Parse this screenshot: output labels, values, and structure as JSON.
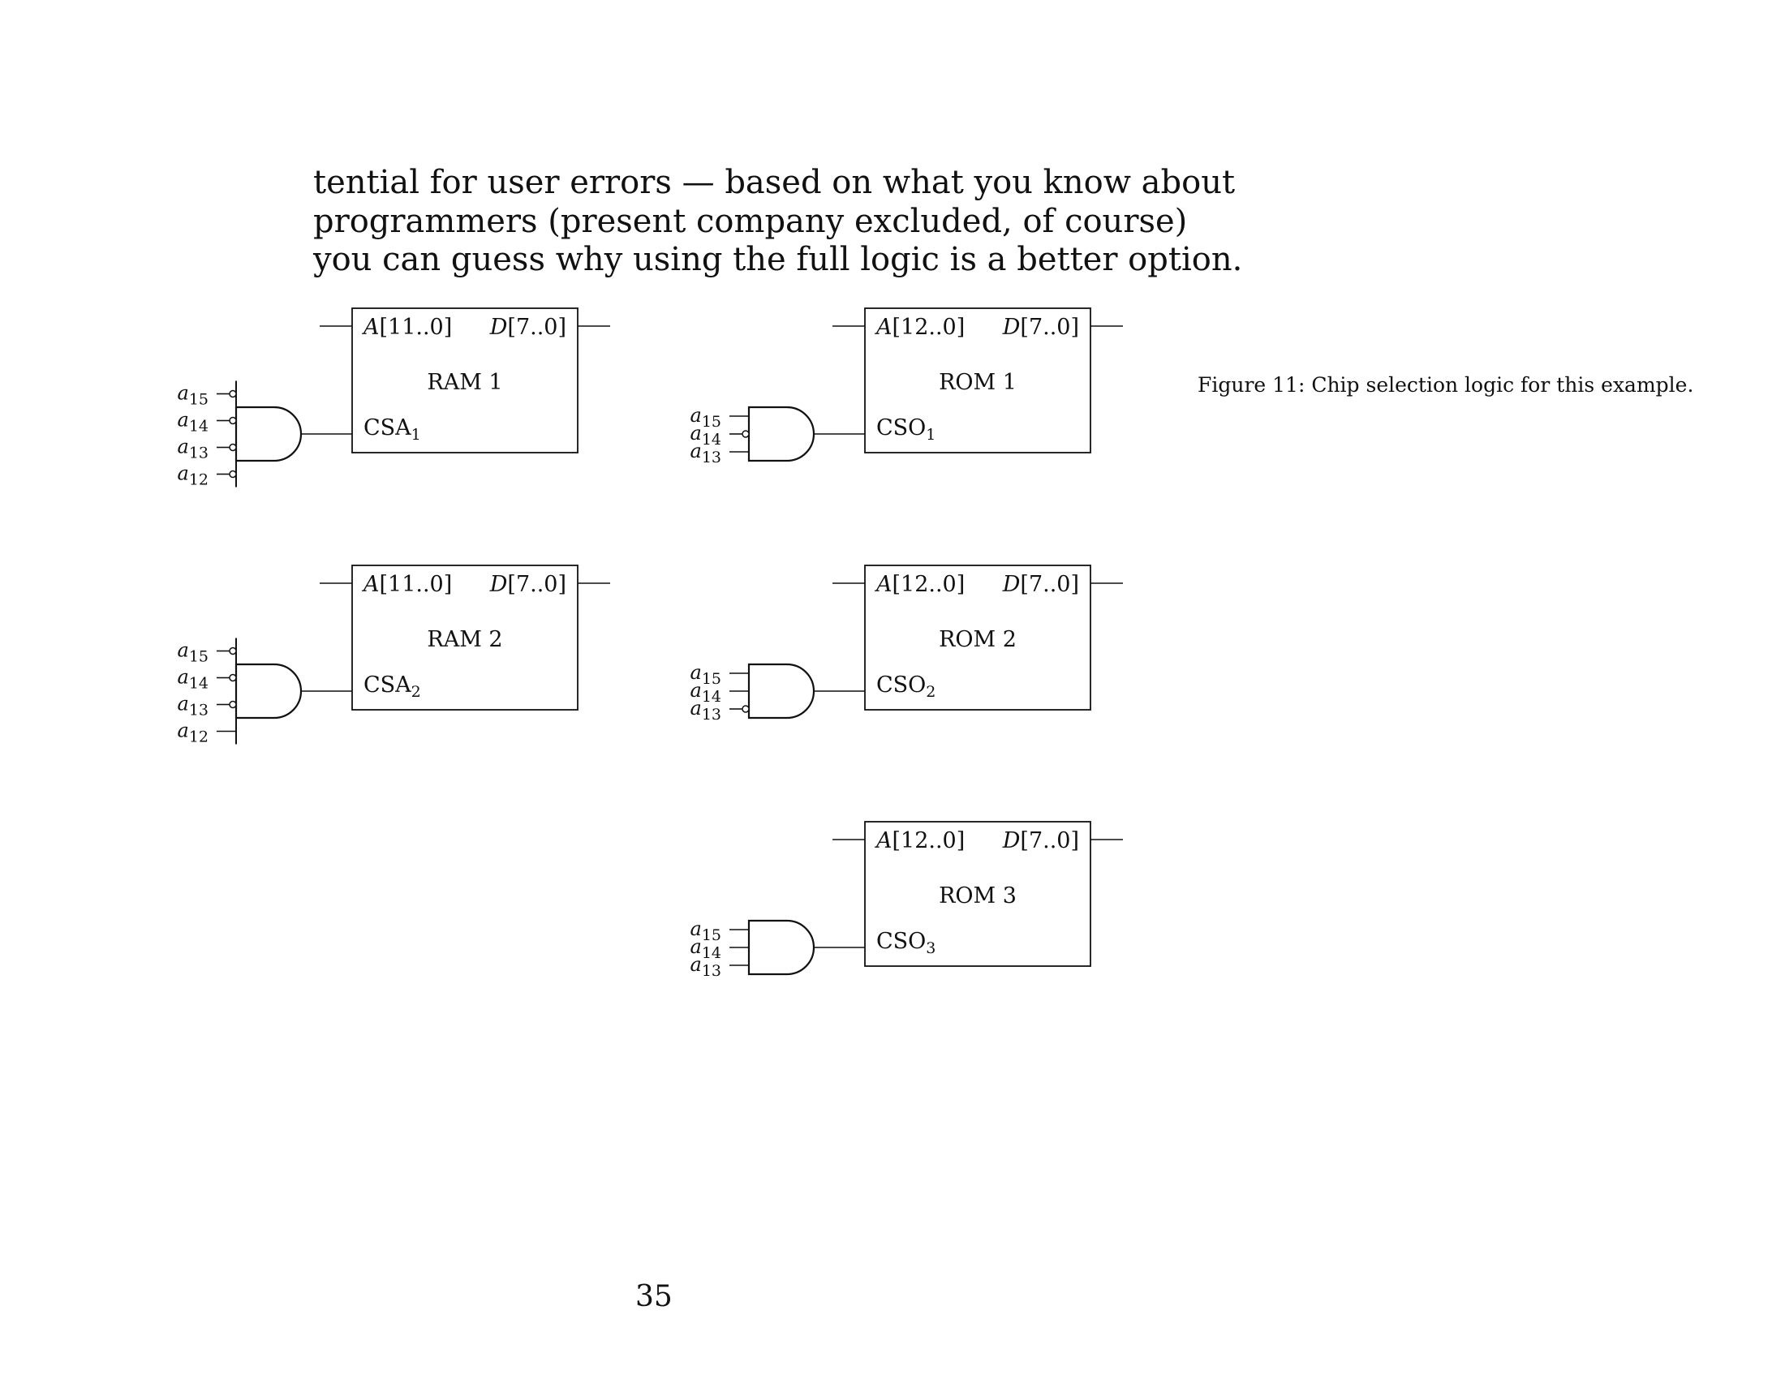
{
  "paragraph": {
    "lines": [
      "tential for user errors — based on what you know about",
      "programmers (present company excluded, of course)",
      "you can guess why using the full logic is a better option."
    ]
  },
  "figure": {
    "caption": "Figure 11: Chip selection logic for this example.",
    "chips": [
      {
        "id": "ram1",
        "name": "RAM 1",
        "addr_var": "A",
        "addr_range": "[11..0]",
        "data_var": "D",
        "data_range": "[7..0]",
        "cs_text": "CSA",
        "cs_sub": "1",
        "inputs": [
          {
            "var": "a",
            "sub": "15",
            "inverted": true
          },
          {
            "var": "a",
            "sub": "14",
            "inverted": true
          },
          {
            "var": "a",
            "sub": "13",
            "inverted": true
          },
          {
            "var": "a",
            "sub": "12",
            "inverted": true
          }
        ]
      },
      {
        "id": "rom1",
        "name": "ROM 1",
        "addr_var": "A",
        "addr_range": "[12..0]",
        "data_var": "D",
        "data_range": "[7..0]",
        "cs_text": "CSO",
        "cs_sub": "1",
        "inputs": [
          {
            "var": "a",
            "sub": "15",
            "inverted": false
          },
          {
            "var": "a",
            "sub": "14",
            "inverted": true
          },
          {
            "var": "a",
            "sub": "13",
            "inverted": false
          }
        ]
      },
      {
        "id": "ram2",
        "name": "RAM 2",
        "addr_var": "A",
        "addr_range": "[11..0]",
        "data_var": "D",
        "data_range": "[7..0]",
        "cs_text": "CSA",
        "cs_sub": "2",
        "inputs": [
          {
            "var": "a",
            "sub": "15",
            "inverted": true
          },
          {
            "var": "a",
            "sub": "14",
            "inverted": true
          },
          {
            "var": "a",
            "sub": "13",
            "inverted": true
          },
          {
            "var": "a",
            "sub": "12",
            "inverted": false
          }
        ]
      },
      {
        "id": "rom2",
        "name": "ROM 2",
        "addr_var": "A",
        "addr_range": "[12..0]",
        "data_var": "D",
        "data_range": "[7..0]",
        "cs_text": "CSO",
        "cs_sub": "2",
        "inputs": [
          {
            "var": "a",
            "sub": "15",
            "inverted": false
          },
          {
            "var": "a",
            "sub": "14",
            "inverted": false
          },
          {
            "var": "a",
            "sub": "13",
            "inverted": true
          }
        ]
      },
      {
        "id": "rom3",
        "name": "ROM 3",
        "addr_var": "A",
        "addr_range": "[12..0]",
        "data_var": "D",
        "data_range": "[7..0]",
        "cs_text": "CSO",
        "cs_sub": "3",
        "inputs": [
          {
            "var": "a",
            "sub": "15",
            "inverted": false
          },
          {
            "var": "a",
            "sub": "14",
            "inverted": false
          },
          {
            "var": "a",
            "sub": "13",
            "inverted": false
          }
        ]
      }
    ]
  },
  "page_number": "35"
}
